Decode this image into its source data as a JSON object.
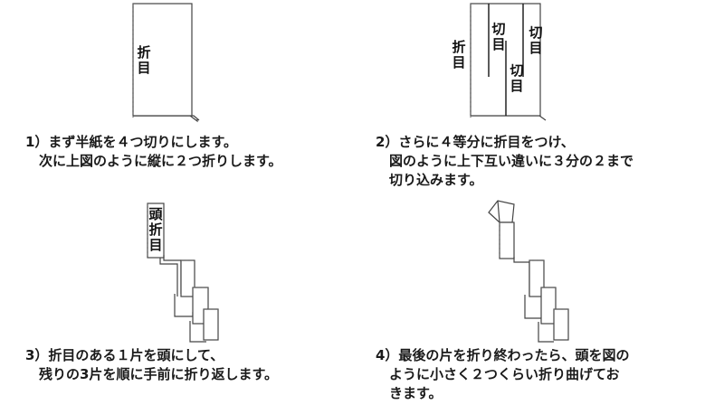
{
  "labels": {
    "fold": "折目",
    "cut": "切目",
    "head_fold": "頭折目"
  },
  "steps": [
    {
      "text": "1）まず半紙を４つ切りにします。\n　次に上図のように縦に２つ折りします。"
    },
    {
      "text": "2）さらに４等分に折目をつけ、\n　図のように上下互い違いに３分の２まで\n　切り込みます。"
    },
    {
      "text": "3）折目のある１片を頭にして、\n　残りの3片を順に手前に折り返します。"
    },
    {
      "text": "4）最後の片を折り終わったら、頭を図の\n　ように小さく２つくらい折り曲げてお\n　きます。"
    }
  ]
}
